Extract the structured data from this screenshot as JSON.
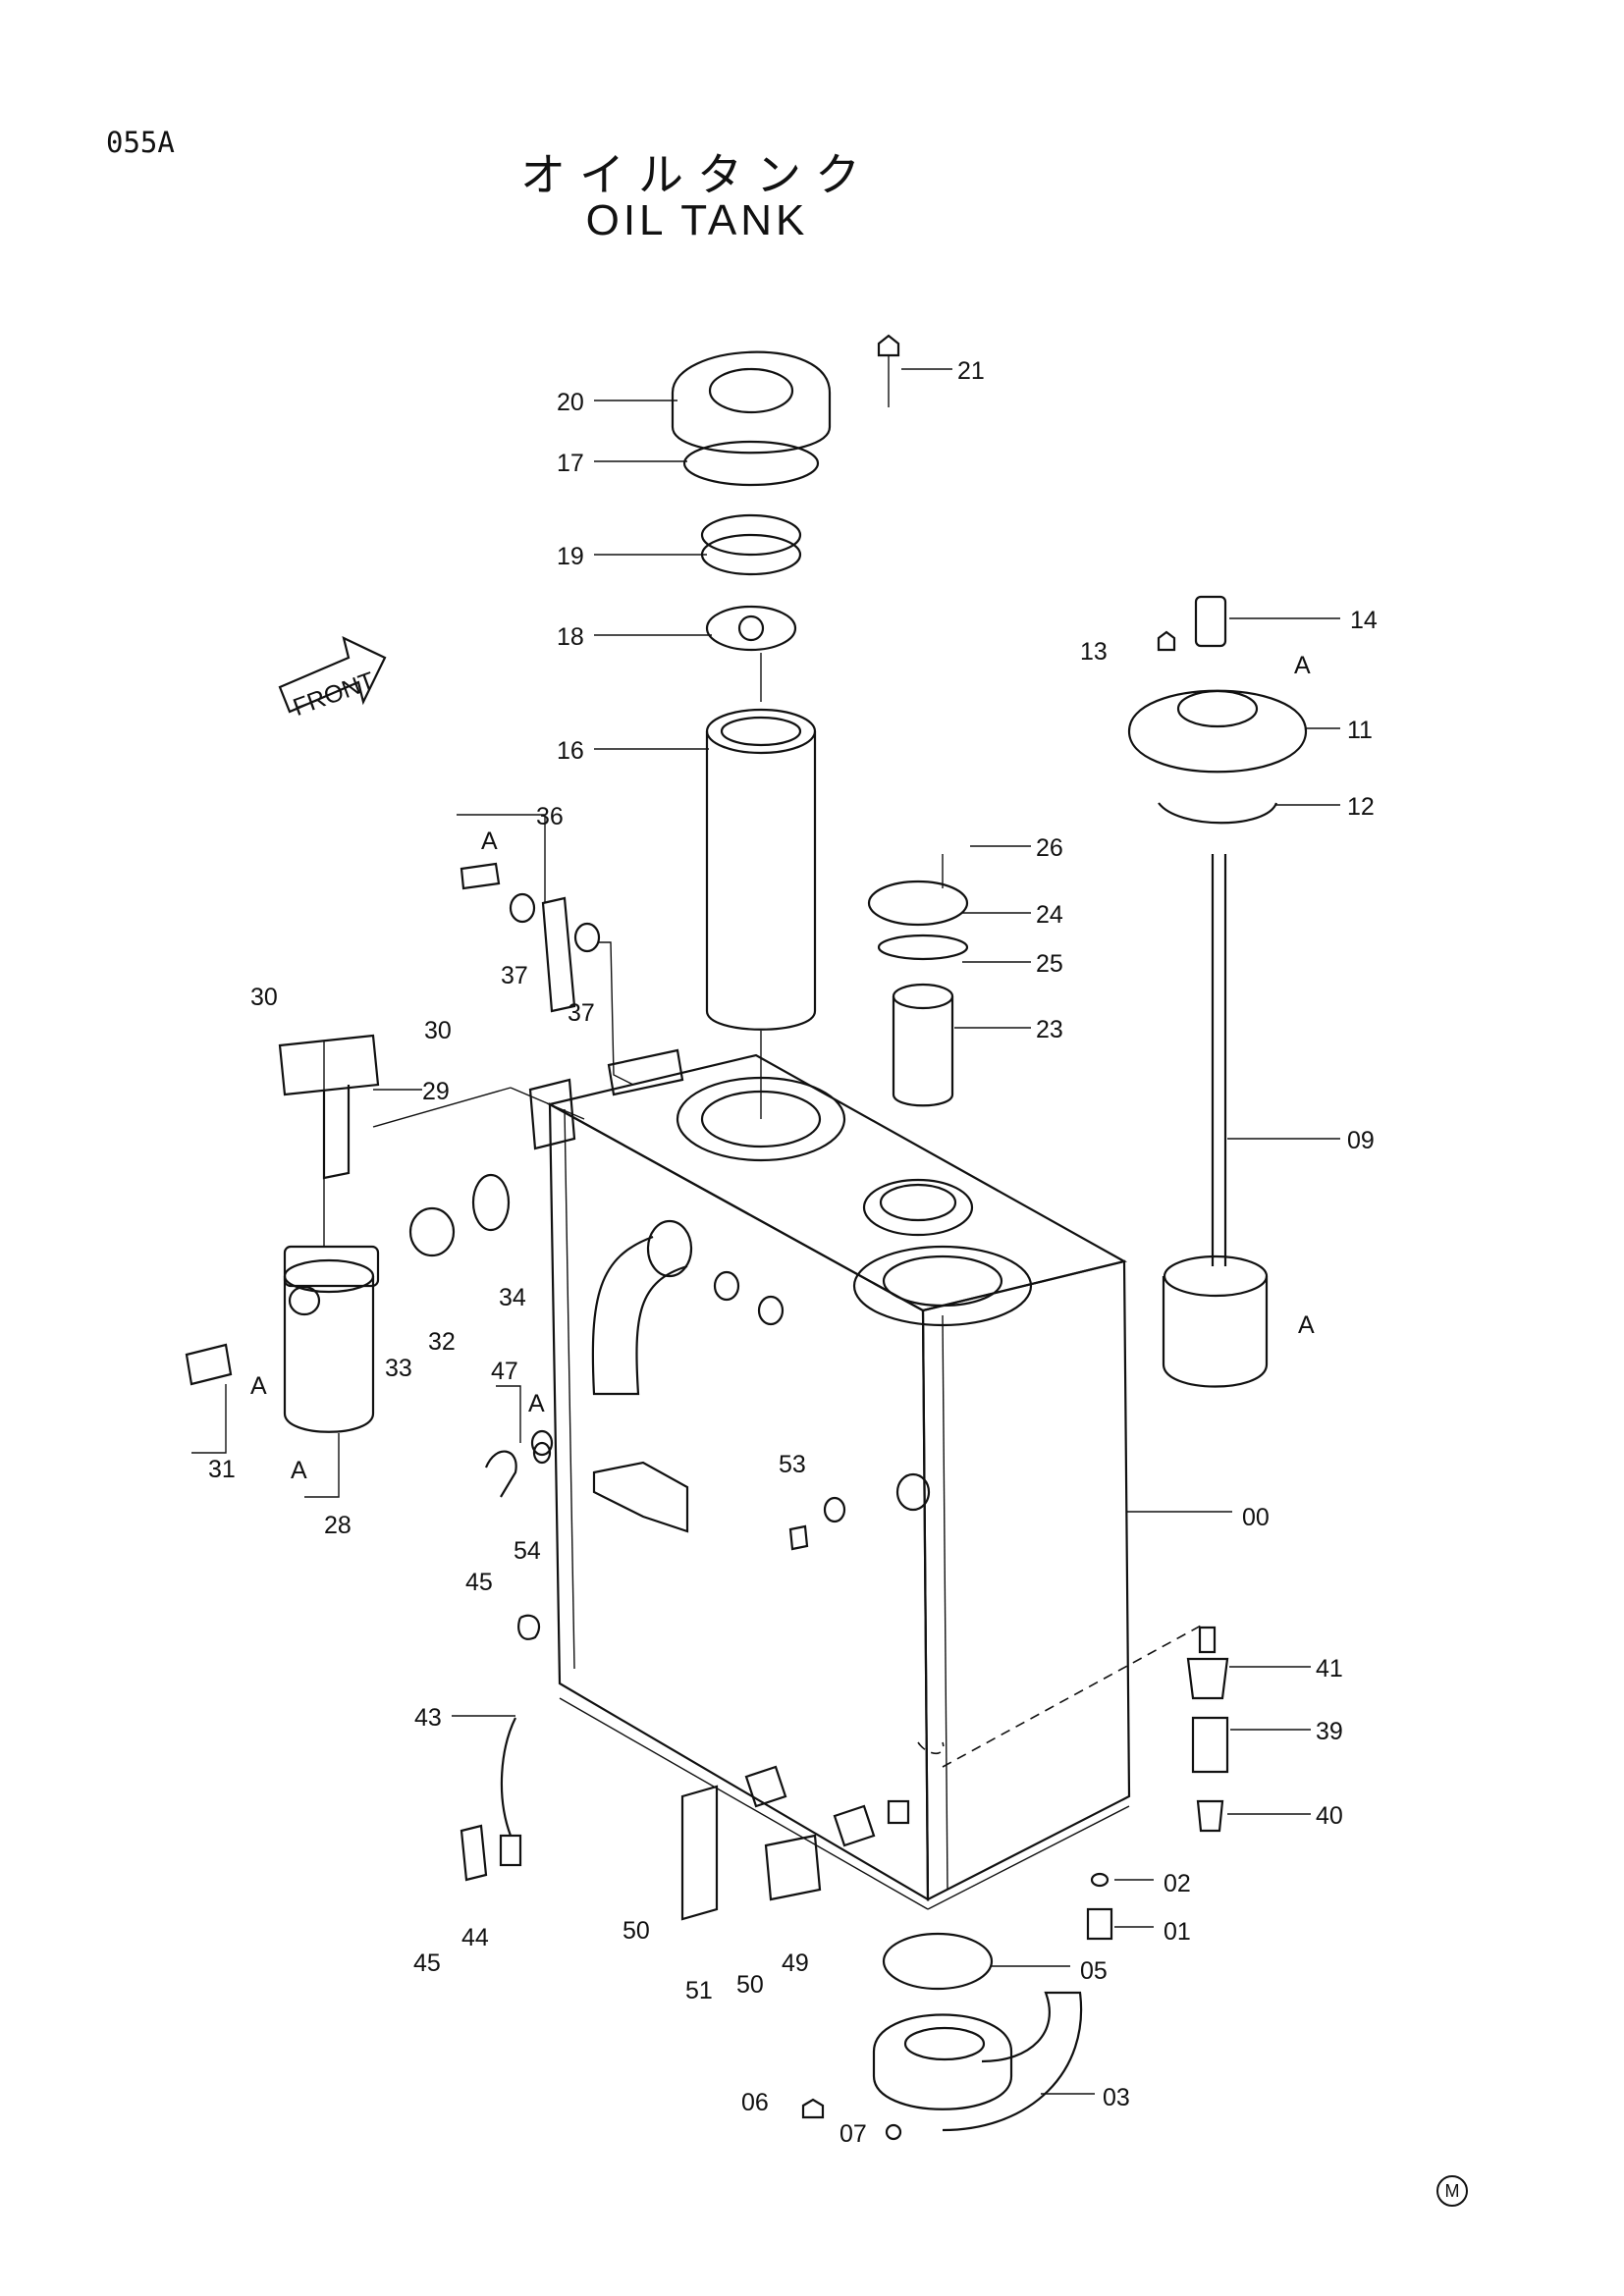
{
  "page_code": "055A",
  "title_ja": "オイルタンク",
  "title_en": "OIL TANK",
  "front_label": "FRONT",
  "detail_letter": "A",
  "corner_mark": "M",
  "callouts": {
    "p00": "00",
    "p01": "01",
    "p02": "02",
    "p03": "03",
    "p05": "05",
    "p06": "06",
    "p07": "07",
    "p09": "09",
    "p11": "11",
    "p12": "12",
    "p13": "13",
    "p14": "14",
    "p16": "16",
    "p17": "17",
    "p18": "18",
    "p19": "19",
    "p20": "20",
    "p21": "21",
    "p23": "23",
    "p24": "24",
    "p25": "25",
    "p26": "26",
    "p28": "28",
    "p29": "29",
    "p30a": "30",
    "p30b": "30",
    "p31": "31",
    "p32": "32",
    "p33": "33",
    "p34": "34",
    "p36": "36",
    "p37a": "37",
    "p37b": "37",
    "p39": "39",
    "p40": "40",
    "p41": "41",
    "p43": "43",
    "p44": "44",
    "p45a": "45",
    "p45b": "45",
    "p47": "47",
    "p49": "49",
    "p50a": "50",
    "p50b": "50",
    "p51": "51",
    "p53": "53",
    "p54": "54"
  }
}
